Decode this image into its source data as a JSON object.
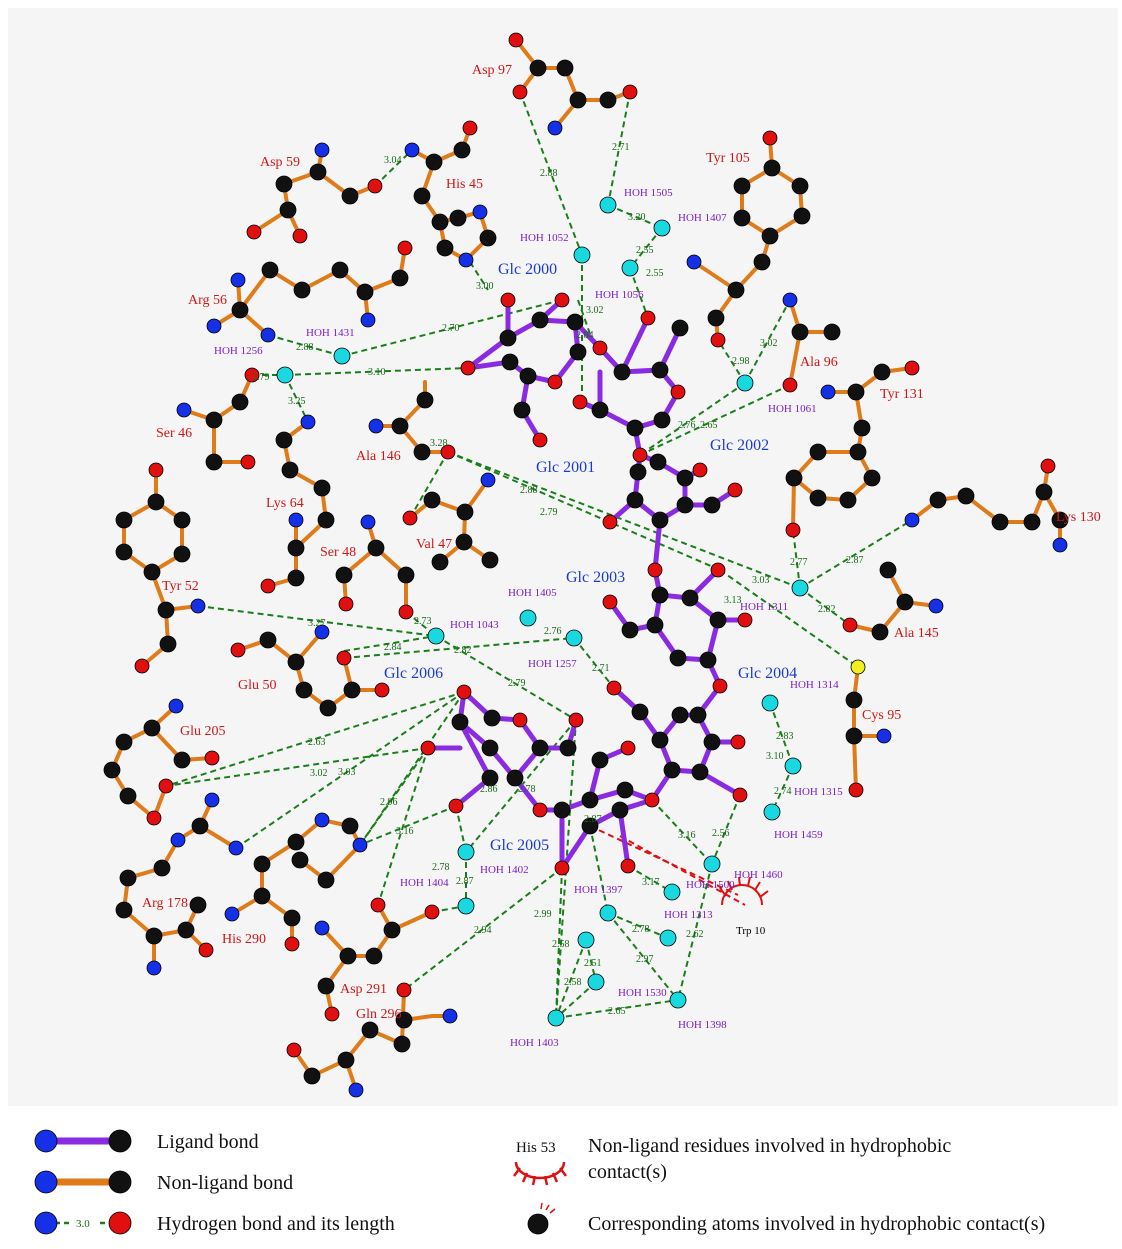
{
  "diagram": {
    "residues": [
      {
        "id": "r-asp97",
        "label": "Asp 97"
      },
      {
        "id": "r-asp59",
        "label": "Asp 59"
      },
      {
        "id": "r-his45",
        "label": "His 45"
      },
      {
        "id": "r-tyr105",
        "label": "Tyr 105"
      },
      {
        "id": "r-arg56",
        "label": "Arg 56"
      },
      {
        "id": "r-ala96",
        "label": "Ala 96"
      },
      {
        "id": "r-tyr131",
        "label": "Tyr 131"
      },
      {
        "id": "r-ser46",
        "label": "Ser 46"
      },
      {
        "id": "r-ala146",
        "label": "Ala 146"
      },
      {
        "id": "r-lys64",
        "label": "Lys 64"
      },
      {
        "id": "r-lys130",
        "label": "Lys 130"
      },
      {
        "id": "r-val47",
        "label": "Val 47"
      },
      {
        "id": "r-ser48",
        "label": "Ser 48"
      },
      {
        "id": "r-tyr52",
        "label": "Tyr 52"
      },
      {
        "id": "r-ala145",
        "label": "Ala 145"
      },
      {
        "id": "r-glu50",
        "label": "Glu 50"
      },
      {
        "id": "r-glu205",
        "label": "Glu 205"
      },
      {
        "id": "r-cys95",
        "label": "Cys 95"
      },
      {
        "id": "r-arg178",
        "label": "Arg 178"
      },
      {
        "id": "r-his290",
        "label": "His 290"
      },
      {
        "id": "r-asp291",
        "label": "Asp 291"
      },
      {
        "id": "r-gln296",
        "label": "Gln 296"
      },
      {
        "id": "r-trp10",
        "label": "Trp 10"
      }
    ],
    "ligands": [
      {
        "id": "l-2000",
        "label": "Glc 2000"
      },
      {
        "id": "l-2001",
        "label": "Glc 2001"
      },
      {
        "id": "l-2002",
        "label": "Glc 2002"
      },
      {
        "id": "l-2003",
        "label": "Glc 2003"
      },
      {
        "id": "l-2004",
        "label": "Glc 2004"
      },
      {
        "id": "l-2005",
        "label": "Glc 2005"
      },
      {
        "id": "l-2006",
        "label": "Glc 2006"
      }
    ],
    "waters": [
      {
        "id": "w1505",
        "label": "HOH 1505"
      },
      {
        "id": "w1407",
        "label": "HOH 1407"
      },
      {
        "id": "w1052",
        "label": "HOH 1052"
      },
      {
        "id": "w1056",
        "label": "HOH 1056"
      },
      {
        "id": "w1431",
        "label": "HOH 1431"
      },
      {
        "id": "w1256",
        "label": "HOH 1256"
      },
      {
        "id": "w1061",
        "label": "HOH 1061"
      },
      {
        "id": "w1311",
        "label": "HOH 1311"
      },
      {
        "id": "w1405",
        "label": "HOH 1405"
      },
      {
        "id": "w1043",
        "label": "HOH 1043"
      },
      {
        "id": "w1257",
        "label": "HOH 1257"
      },
      {
        "id": "w1314",
        "label": "HOH 1314"
      },
      {
        "id": "w1315",
        "label": "HOH 1315"
      },
      {
        "id": "w1459",
        "label": "HOH 1459"
      },
      {
        "id": "w1460",
        "label": "HOH 1460"
      },
      {
        "id": "w1402",
        "label": "HOH 1402"
      },
      {
        "id": "w1404",
        "label": "HOH 1404"
      },
      {
        "id": "w1397",
        "label": "HOH 1397"
      },
      {
        "id": "w1500",
        "label": "HOH 1500"
      },
      {
        "id": "w1313",
        "label": "HOH 1313"
      },
      {
        "id": "w1530",
        "label": "HOH 1530"
      },
      {
        "id": "w1398",
        "label": "HOH 1398"
      },
      {
        "id": "w1403",
        "label": "HOH 1403"
      }
    ],
    "distances": [
      "2.88",
      "2.71",
      "3.04",
      "3.20",
      "2.55",
      "2.55",
      "3.02",
      "3.00",
      "2.70",
      "2.88",
      "2.79",
      "3.10",
      "3.25",
      "2.84",
      "2.98",
      "3.02",
      "2.76",
      "2.65",
      "3.28",
      "2.88",
      "2.79",
      "2.77",
      "2.87",
      "3.03",
      "3.13",
      "2.82",
      "3.27",
      "2.73",
      "2.84",
      "2.82",
      "2.76",
      "2.71",
      "2.79",
      "2.63",
      "3.02",
      "3.03",
      "2.96",
      "3.16",
      "2.86",
      "2.78",
      "2.78",
      "2.87",
      "2.87",
      "2.83",
      "3.10",
      "2.74",
      "3.16",
      "2.56",
      "3.17",
      "2.99",
      "2.58",
      "2.94",
      "2.51",
      "2.58",
      "2.78",
      "2.97",
      "2.62",
      "2.65"
    ]
  },
  "legend": {
    "ligand_bond": "Ligand bond",
    "nonligand_bond": "Non-ligand bond",
    "hbond": "Hydrogen bond and its length",
    "hbond_sample": "3.0",
    "hydrophobic_example": "His 53",
    "hydrophobic_line1": "Non-ligand residues involved in hydrophobic",
    "hydrophobic_line2": "contact(s)",
    "hydrophobic_atoms": "Corresponding atoms involved in hydrophobic contact(s)"
  },
  "colors": {
    "ligand_bond": "#8a2be2",
    "nonligand_bond": "#e07b1a",
    "hbond": "#1a7f1a",
    "carbon": "#111111",
    "oxygen": "#e01010",
    "nitrogen": "#1530e6",
    "water": "#19d8e0",
    "sulfur": "#f0f020",
    "residue_label": "#d01818",
    "ligand_label": "#1a3bd6",
    "water_label": "#7a1fc8"
  }
}
